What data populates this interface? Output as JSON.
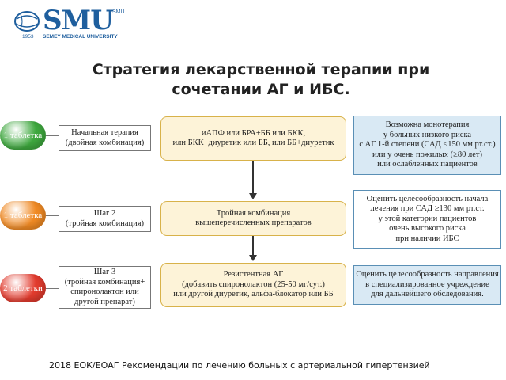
{
  "logo": {
    "name": "SMU",
    "tag": "SMU",
    "year": "1953",
    "subtitle": "SEMEY MEDICAL UNIVERSITY"
  },
  "title": "Стратегия лекарственной терапии при сочетании АГ и ИБС.",
  "steps": [
    {
      "pill": "1 таблетка",
      "pill_color": "#3ea83e",
      "step": "Начальная терапия\n(двойная комбинация)",
      "therapy": "иАПФ или БРА+ББ или БКК,\nили БКК+диуретик или ББ, или ББ+диуретик",
      "note": "Возможна монотерапия\nу больных низкого риска\nс АГ 1-й степени (САД <150 мм рт.ст.)\nили у очень пожилых (≥80 лет)\nили ослабленных пациентов"
    },
    {
      "pill": "1 таблетка",
      "pill_color": "#f08a24",
      "step": "Шаг 2\n(тройная комбинация)",
      "therapy": "Тройная комбинация\nвышеперечисленных препаратов",
      "note": "Оценить целесообразность начала\nлечения при САД ≥130 мм рт.ст.\nу этой категории пациентов\nочень высокого риска\nпри наличии ИБС"
    },
    {
      "pill": "2 таблетки",
      "pill_color": "#e23b2e",
      "step": "Шаг 3\n(тройная комбинация+\nспиронолактон или\nдругой препарат)",
      "therapy": "Резистентная АГ\n(добавить спиронолактон (25-50 мг/сут.)\nили другой диуретик, альфа-блокатор или ББ",
      "note": "Оценить целесообразность направления\nв специализированное учреждение\nдля дальнейшего обследования."
    }
  ],
  "footer": "2018 ЕОК/ЕОАГ Рекомендации по лечению больных с артериальной гипертензией"
}
